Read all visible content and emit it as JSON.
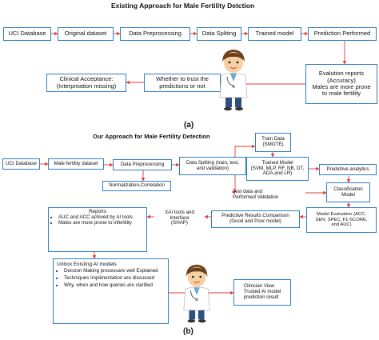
{
  "colors": {
    "box_border": "#2f7fc4",
    "arrow": "#e53935"
  },
  "panel_a": {
    "title": "Existing Approach for Male Fertility Detction",
    "uci": "UCI Database",
    "original": "Original dataset",
    "preprocessing": "Data Preprocessing",
    "splitting": "Data Spliting",
    "trained": "Trained model",
    "prediction": "Prediction Performed",
    "evaluation_lines": [
      "Evalution reports",
      "(Accuracy)",
      "Males are more prone",
      "to male fertility"
    ],
    "trust_lines": [
      "Whether to trust the",
      "predictions or not"
    ],
    "clinical_lines": [
      "Clinical Acceptance:",
      "(Interpreation missing)"
    ],
    "label": "(a)"
  },
  "panel_b": {
    "title": "Our Approach for Male Fertility Detection",
    "uci": "UCI Database",
    "male_dataset": "Male fertility dataset",
    "preprocessing": "Data Preprocessing",
    "normalization": "Normalization,Correlation",
    "splitting_lines": [
      "Data Spliting (train, test,",
      "and validation)"
    ],
    "train_data_lines": [
      "Train Data",
      "(SMOTE)"
    ],
    "trained_model_lines": [
      "Trained Model",
      "(SVM, MLP, RF, NB, DT,",
      "ADA,and LR)"
    ],
    "predictive_analytics": "Predictive analytics",
    "classification_lines": [
      "Classification",
      "Model"
    ],
    "test_data_lines": [
      "Test data and",
      "Performed Validation"
    ],
    "model_eval_lines": [
      "Model Evaluation  (ACC,",
      "SEN, SPEC, F1-SCORE,",
      "and AUC)"
    ],
    "pred_compare_lines": [
      "Predictive Results Comparison",
      "(Good and Poor model)"
    ],
    "xai_lines": [
      "XAI tools and Interface",
      "(SHAP)"
    ],
    "reports": {
      "heading": "Reports",
      "bullets": [
        "AUC and ACC achived by AI tools",
        "Males are more prone to infertility"
      ]
    },
    "unbox": {
      "heading": "Unbox Existing AI models",
      "bullets": [
        "Decsion Making processare well Explained",
        "Techniques Implimentation are discussed",
        "Why, when and how queries are clarified"
      ]
    },
    "clinician_lines": [
      "Clinician View",
      "Trusted AI model",
      "prediction result"
    ],
    "label": "(b)"
  }
}
